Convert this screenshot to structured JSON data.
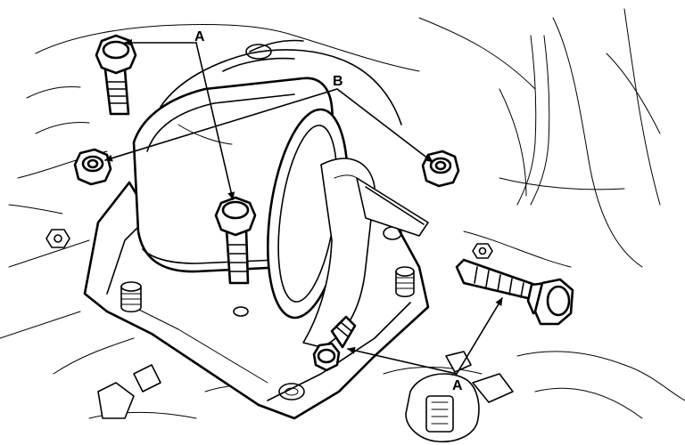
{
  "diagram": {
    "callouts": {
      "a_top": "A",
      "b_top": "B",
      "a_bottom": "A"
    },
    "parts": [
      {
        "id": "mount-bolt-upper-left",
        "callout": "A"
      },
      {
        "id": "mount-bolt-center",
        "callout": "A"
      },
      {
        "id": "mount-nut-left",
        "callout": "B"
      },
      {
        "id": "mount-nut-right",
        "callout": "B"
      },
      {
        "id": "through-bolt-long",
        "callout": "A"
      },
      {
        "id": "bracket-bolt-small",
        "callout": "A"
      }
    ]
  }
}
